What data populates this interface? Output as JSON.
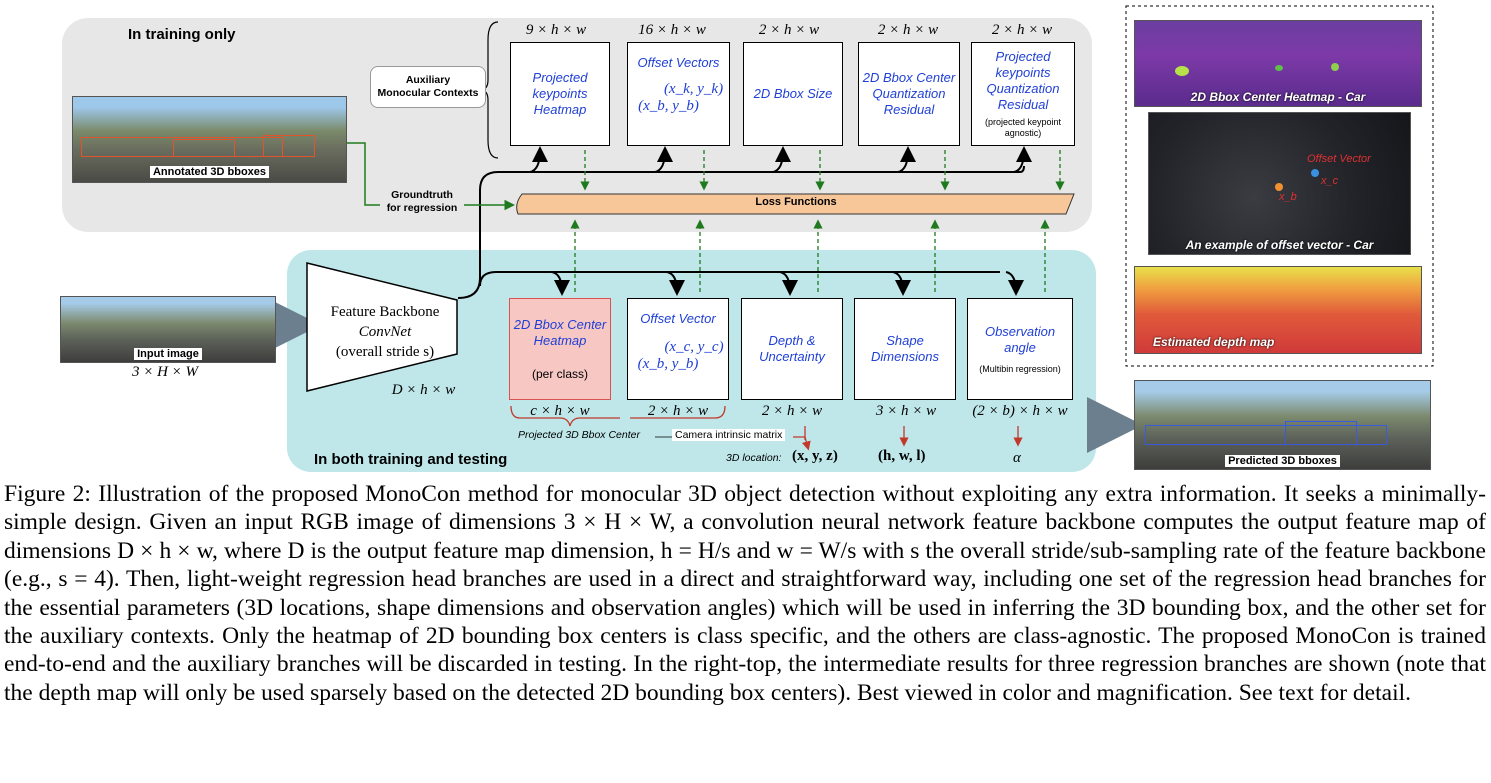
{
  "regions": {
    "training_only": "In training only",
    "both": "In both training and testing"
  },
  "aux_context_label": "Auxiliary\nMonocular Contexts",
  "groundtruth_label": "Groundtruth\nfor regression",
  "loss_label": "Loss Functions",
  "annotated_image_label": "Annotated 3D bboxes",
  "input_image_label": "Input image",
  "input_dims": "3 × H × W",
  "backbone": {
    "title": "Feature Backbone",
    "subtitle": "ConvNet",
    "stride": "(overall stride s)",
    "output_dims": "D × h × w"
  },
  "aux_heads": [
    {
      "dims": "9 × h × w",
      "label": "Projected keypoints Heatmap"
    },
    {
      "dims": "16 × h × w",
      "label": "Offset Vectors",
      "math1": "(x_k, y_k)",
      "math2": "(x_b, y_b)"
    },
    {
      "dims": "2 × h × w",
      "label": "2D Bbox Size"
    },
    {
      "dims": "2 × h × w",
      "label": "2D Bbox Center Quantization Residual"
    },
    {
      "dims": "2 × h × w",
      "label": "Projected keypoints Quantization Residual",
      "note": "(projected keypoint agnostic)"
    }
  ],
  "main_heads": [
    {
      "dims": "c × h × w",
      "label": "2D Bbox Center Heatmap",
      "note": "(per class)"
    },
    {
      "dims": "2 × h × w",
      "label": "Offset Vector",
      "math1": "(x_c, y_c)",
      "math2": "(x_b, y_b)"
    },
    {
      "dims": "2 × h × w",
      "label": "Depth & Uncertainty"
    },
    {
      "dims": "3 × h × w",
      "label": "Shape Dimensions"
    },
    {
      "dims": "(2 × b) × h × w",
      "label": "Observation angle",
      "note": "(Multibin regression)"
    }
  ],
  "projected_center_label": "Projected 3D Bbox Center",
  "camera_label": "Camera intrinsic matrix",
  "location_label": "3D location:",
  "outputs": {
    "location": "(x, y, z)",
    "shape": "(h, w, l)",
    "angle": "α"
  },
  "insets": {
    "heatmap": "2D Bbox Center Heatmap - Car",
    "offset": "An example of offset vector - Car",
    "offset_text": "Offset Vector",
    "xb": "x_b",
    "xc": "x_c",
    "depth": "Estimated depth map"
  },
  "predicted_label": "Predicted 3D bboxes",
  "caption": "Figure 2: Illustration of the proposed MonoCon method for monocular 3D object detection without exploiting any extra information. It seeks a minimally-simple design. Given an input RGB image of dimensions 3 × H × W, a convolution neural network feature backbone computes the output feature map of dimensions D × h × w, where D is the output feature map dimension, h = H/s and w = W/s with s the overall stride/sub-sampling rate of the feature backbone (e.g., s = 4). Then, light-weight regression head branches are used in a direct and straightforward way, including one set of the regression head branches for the essential parameters (3D locations, shape dimensions and observation angles) which will be used in inferring the 3D bounding box, and the other set for the auxiliary contexts. Only the heatmap of 2D bounding box centers is class specific, and the others are class-agnostic. The proposed MonoCon is trained end-to-end and the auxiliary branches will be discarded in testing. In the right-top, the intermediate results for three regression branches are shown (note that the depth map will only be used sparsely based on the detected 2D bounding box centers). Best viewed in color and magnification. See text for detail.",
  "colors": {
    "training_bg": "#e7e7e7",
    "both_bg": "#bfe7ea",
    "loss_fill": "#f7c79a",
    "head_text": "#1f3fd6",
    "dashed_arrow": "#1f7a1f",
    "red_arrow": "#c0392b"
  }
}
